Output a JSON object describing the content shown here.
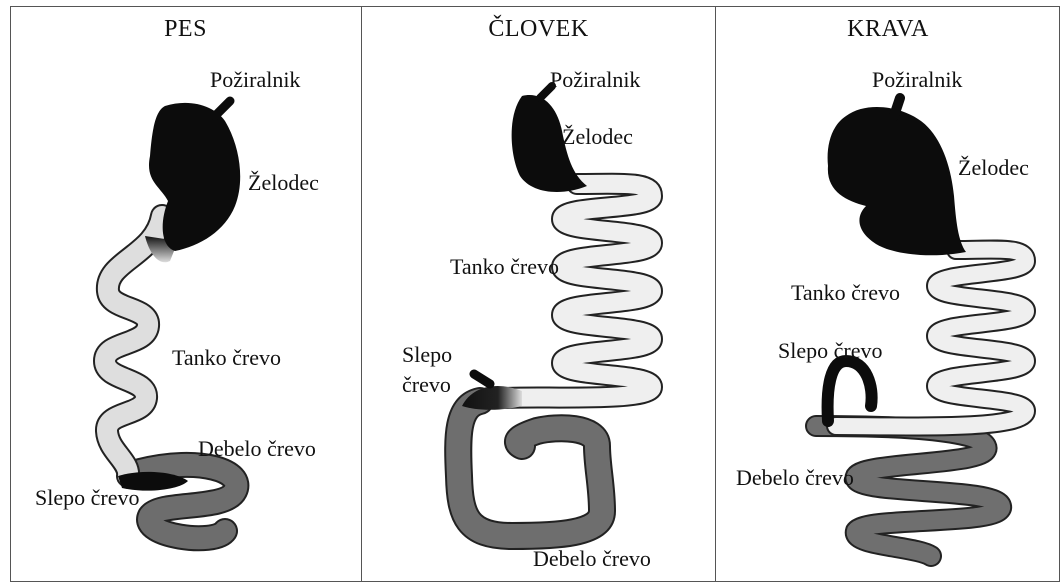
{
  "panels": [
    {
      "title": "PES",
      "labels": {
        "esophagus": "Požiralnik",
        "stomach": "Želodec",
        "small_intestine": "Tanko črevo",
        "large_intestine": "Debelo črevo",
        "cecum": "Slepo črevo"
      }
    },
    {
      "title": "ČLOVEK",
      "labels": {
        "esophagus": "Požiralnik",
        "stomach": "Želodec",
        "small_intestine": "Tanko črevo",
        "cecum_line1": "Slepo",
        "cecum_line2": "črevo",
        "large_intestine": "Debelo črevo"
      }
    },
    {
      "title": "KRAVA",
      "labels": {
        "esophagus": "Požiralnik",
        "stomach": "Želodec",
        "small_intestine": "Tanko črevo",
        "cecum": "Slepo črevo",
        "large_intestine": "Debelo črevo"
      }
    }
  ]
}
